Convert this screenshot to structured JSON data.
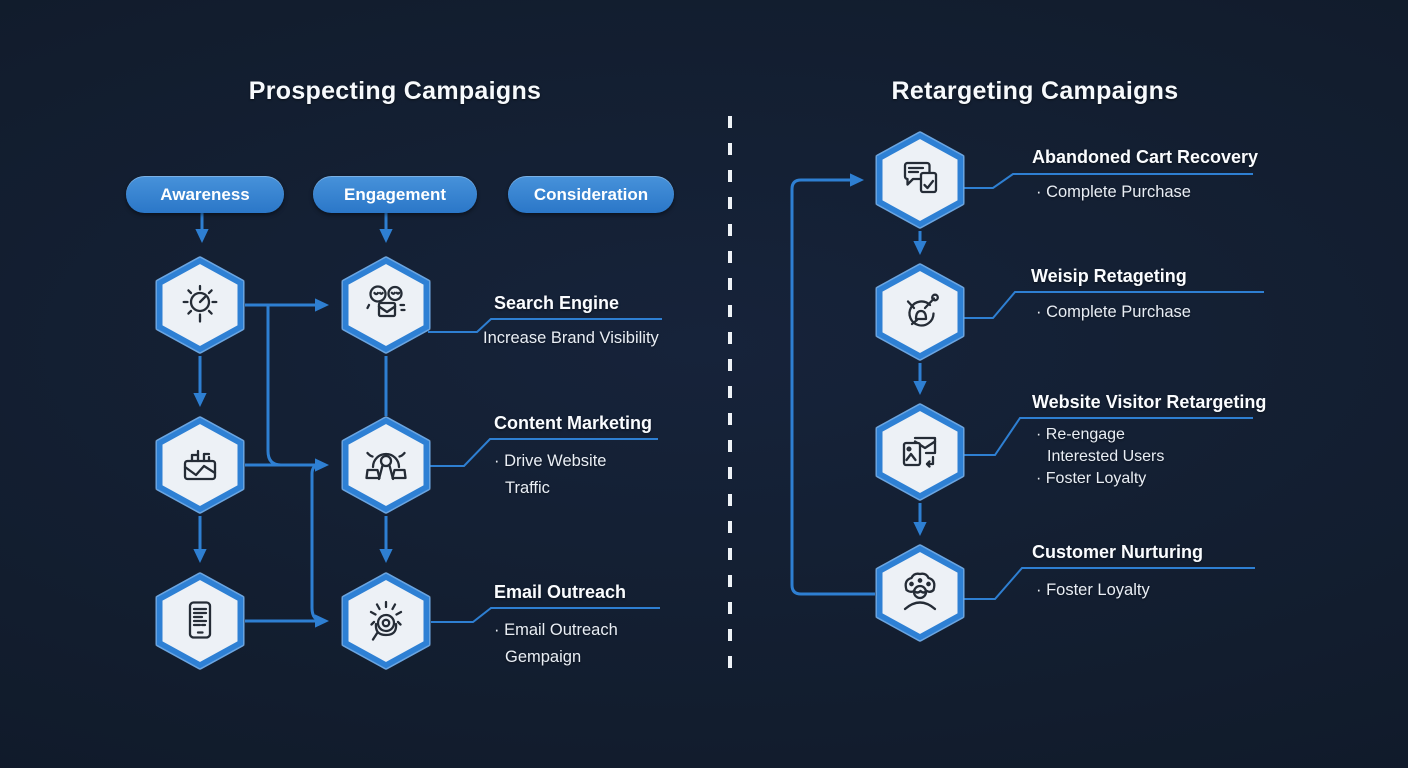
{
  "colors": {
    "background": "#121d2e",
    "accent_blue": "#2e7fd2",
    "pill_blue": "#3585d4",
    "hexagon_fill": "#edf1f6",
    "icon_stroke": "#252c36",
    "text_primary": "#fafcff",
    "text_secondary": "#e9eef5",
    "divider_white": "#eef2f6"
  },
  "prospecting": {
    "title": "Prospecting Campaigns",
    "stages": [
      {
        "label": "Awareness"
      },
      {
        "label": "Engagement"
      },
      {
        "label": "Consideration"
      }
    ],
    "nodes": [
      {
        "icon": "gear-performance-icon"
      },
      {
        "icon": "inbox-analytics-icon"
      },
      {
        "icon": "mobile-content-icon"
      },
      {
        "icon": "social-engagement-icon"
      },
      {
        "icon": "broadcast-person-icon"
      },
      {
        "icon": "outreach-hand-icon"
      }
    ],
    "cards": [
      {
        "title": "Search Engine",
        "lines": [
          "Increase Brand Visibility"
        ]
      },
      {
        "title": "Content Marketing",
        "lines": [
          "· Drive Website",
          "Traffic"
        ]
      },
      {
        "title": "Email Outreach",
        "lines": [
          "· Email Outreach",
          "Gempaign"
        ]
      }
    ]
  },
  "retargeting": {
    "title": "Retargeting Campaigns",
    "nodes": [
      {
        "icon": "chat-task-icon"
      },
      {
        "icon": "target-pin-icon"
      },
      {
        "icon": "media-forward-icon"
      },
      {
        "icon": "customer-gauge-icon"
      }
    ],
    "cards": [
      {
        "title": "Abandoned Cart Recovery",
        "lines": [
          "· Complete Purchase"
        ]
      },
      {
        "title": "Weisip Retageting",
        "lines": [
          "· Complete Purchase"
        ]
      },
      {
        "title": "Website Visitor Retargeting",
        "lines": [
          "· Re-engage",
          "Interested Users",
          "· Foster Loyalty"
        ]
      },
      {
        "title": "Customer Nurturing",
        "lines": [
          "· Foster Loyalty"
        ]
      }
    ]
  }
}
